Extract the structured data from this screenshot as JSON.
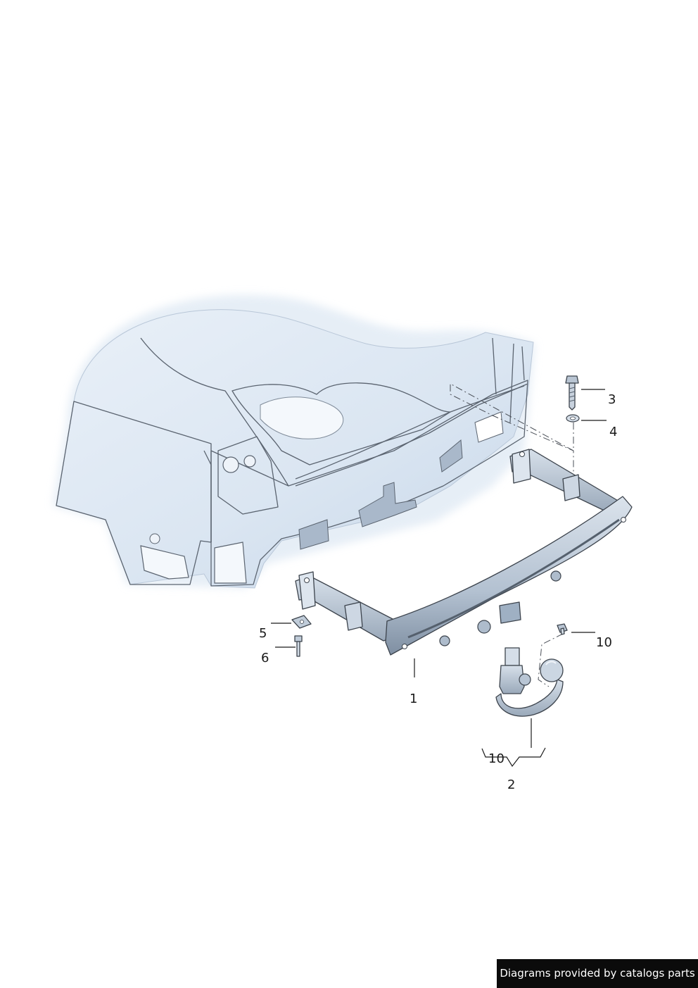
{
  "callouts": {
    "c1": "1",
    "c2": "2",
    "c3": "3",
    "c4": "4",
    "c5": "5",
    "c6": "6",
    "c10a": "10",
    "c10b": "10"
  },
  "watermark": "Diagrams provided by catalogs parts",
  "colors": {
    "body_fill": "#dfe9f4",
    "body_shade": "#c3d3e6",
    "part_fill": "#c4d0de",
    "part_dark": "#8796a8",
    "line": "#1a1a1a"
  }
}
